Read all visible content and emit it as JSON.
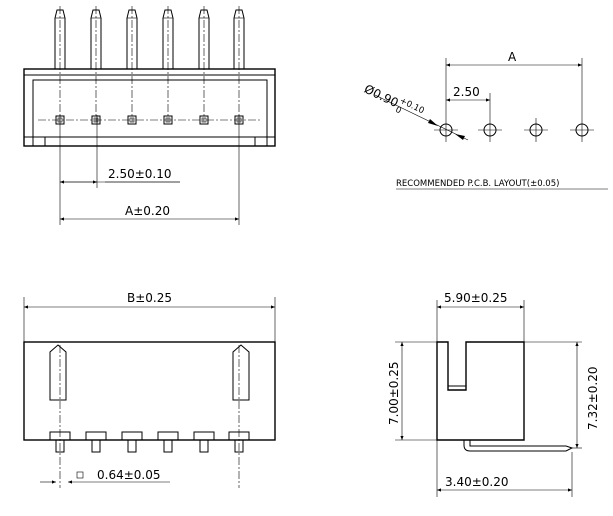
{
  "top_view": {
    "pitch_dim": "2.50±0.10",
    "overall_dim": "A±0.20"
  },
  "pcb_layout": {
    "hole_dim": "Ø0.90",
    "hole_tol_plus": "+0.10",
    "hole_tol_minus": "0",
    "span_dim": "A",
    "pitch_dim": "2.50",
    "caption": "RECOMMENDED P.C.B. LAYOUT(±0.05)"
  },
  "front_view": {
    "width_dim": "B±0.25",
    "pin_dim": "0.64±0.05"
  },
  "side_view": {
    "depth_dim": "5.90±0.25",
    "height_dim": "7.00±0.25",
    "total_height_dim": "7.32±0.20",
    "pin_offset_dim": "3.40±0.20"
  }
}
